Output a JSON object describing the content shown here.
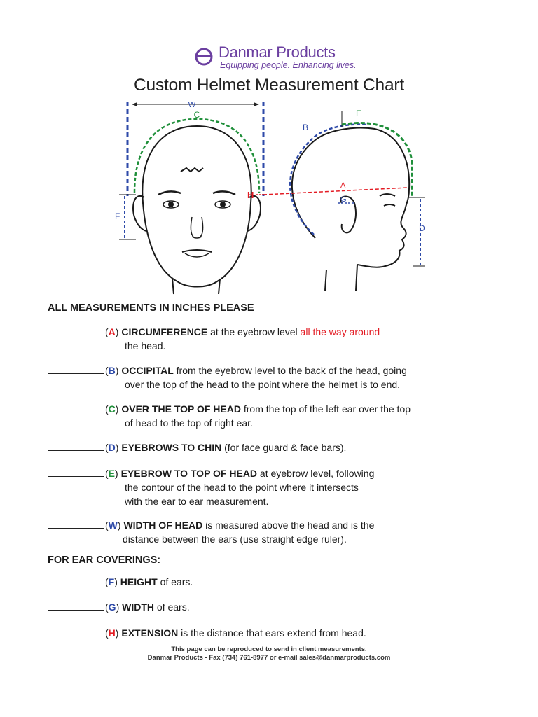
{
  "brand": {
    "name": "Danmar Products",
    "tagline": "Equipping people. Enhancing lives.",
    "color": "#6b3fa0"
  },
  "title": "Custom Helmet Measurement Chart",
  "diagram": {
    "labels": {
      "w": "W",
      "c": "C",
      "f": "F",
      "h": "H",
      "b": "B",
      "e": "E",
      "a": "A",
      "g": "G",
      "d": "D"
    },
    "colors": {
      "blue": "#2e4aa8",
      "green": "#1f8f3a",
      "red": "#e31b23"
    }
  },
  "section1": "ALL MEASUREMENTS IN INCHES PLEASE",
  "items": [
    {
      "letter": "A",
      "name": "CIRCUMFERENCE",
      "rest": " at the eyebrow level ",
      "red": "all the way around",
      "line2": "the head."
    },
    {
      "letter": "B",
      "name": "OCCIPITAL",
      "rest": " from the eyebrow level to the back of the head, going",
      "line2": "over the top of the head to the point where the helmet is to end."
    },
    {
      "letter": "C",
      "name": "OVER THE TOP OF HEAD",
      "rest": " from the top of the left ear over the top",
      "line2": "of head to the top of right ear."
    },
    {
      "letter": "D",
      "name": "EYEBROWS TO CHIN",
      "rest": " (for face guard & face bars).",
      "line2": ""
    },
    {
      "letter": "E",
      "name": "EYEBROW TO TOP OF HEAD",
      "rest": " at eyebrow level, following",
      "line2": "the contour of the head to the point where it intersects",
      "line3": "with the ear to ear measurement."
    },
    {
      "letter": "W",
      "name": "WIDTH OF HEAD",
      "rest": " is measured above the head and is the",
      "line2": "distance between the ears (use straight edge ruler)."
    }
  ],
  "section2": "FOR EAR COVERINGS:",
  "ear_items": [
    {
      "letter": "F",
      "name": "HEIGHT",
      "rest": " of ears."
    },
    {
      "letter": "G",
      "name": "WIDTH",
      "rest": " of ears."
    },
    {
      "letter": "H",
      "name": "EXTENSION",
      "rest": " is the distance that ears extend from head."
    }
  ],
  "footer": {
    "line1": "This page can be reproduced to send in client measurements.",
    "line2": "Danmar Products - Fax (734) 761-8977 or e-mail sales@danmarproducts.com"
  }
}
